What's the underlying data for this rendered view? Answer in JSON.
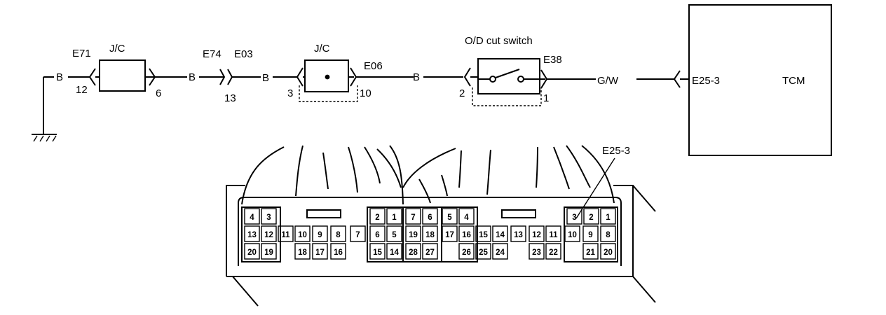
{
  "schematic": {
    "ground_wire": "B",
    "jc1": {
      "connector": "E71",
      "label": "J/C",
      "pin_in": "12",
      "pin_out": "6"
    },
    "wire_b1": "B",
    "joint": {
      "connector_a": "E74",
      "connector_b": "E03",
      "pin": "13"
    },
    "wire_b2": "B",
    "jc2": {
      "label": "J/C",
      "connector": "E06",
      "pin_in": "3",
      "pin_out": "10"
    },
    "wire_b3": "B",
    "switch": {
      "label": "O/D cut switch",
      "connector": "E38",
      "pin_in": "2",
      "pin_out": "1"
    },
    "wire_gw": "G/W",
    "tcm": {
      "connector": "E25-3",
      "label": "TCM"
    }
  },
  "connector_view": {
    "callout": "E25-3",
    "rows": [
      [
        "4",
        "3",
        "2",
        "1",
        "7",
        "6",
        "5",
        "4",
        "3",
        "2",
        "1"
      ],
      [
        "13",
        "12",
        "11",
        "10",
        "9",
        "8",
        "7",
        "6",
        "5",
        "19",
        "18",
        "17",
        "16",
        "15",
        "14",
        "13",
        "12",
        "11",
        "10",
        "9",
        "8"
      ],
      [
        "20",
        "19",
        "18",
        "17",
        "16",
        "15",
        "14",
        "28",
        "27",
        "26",
        "25",
        "24",
        "23",
        "22",
        "21",
        "20"
      ]
    ]
  }
}
